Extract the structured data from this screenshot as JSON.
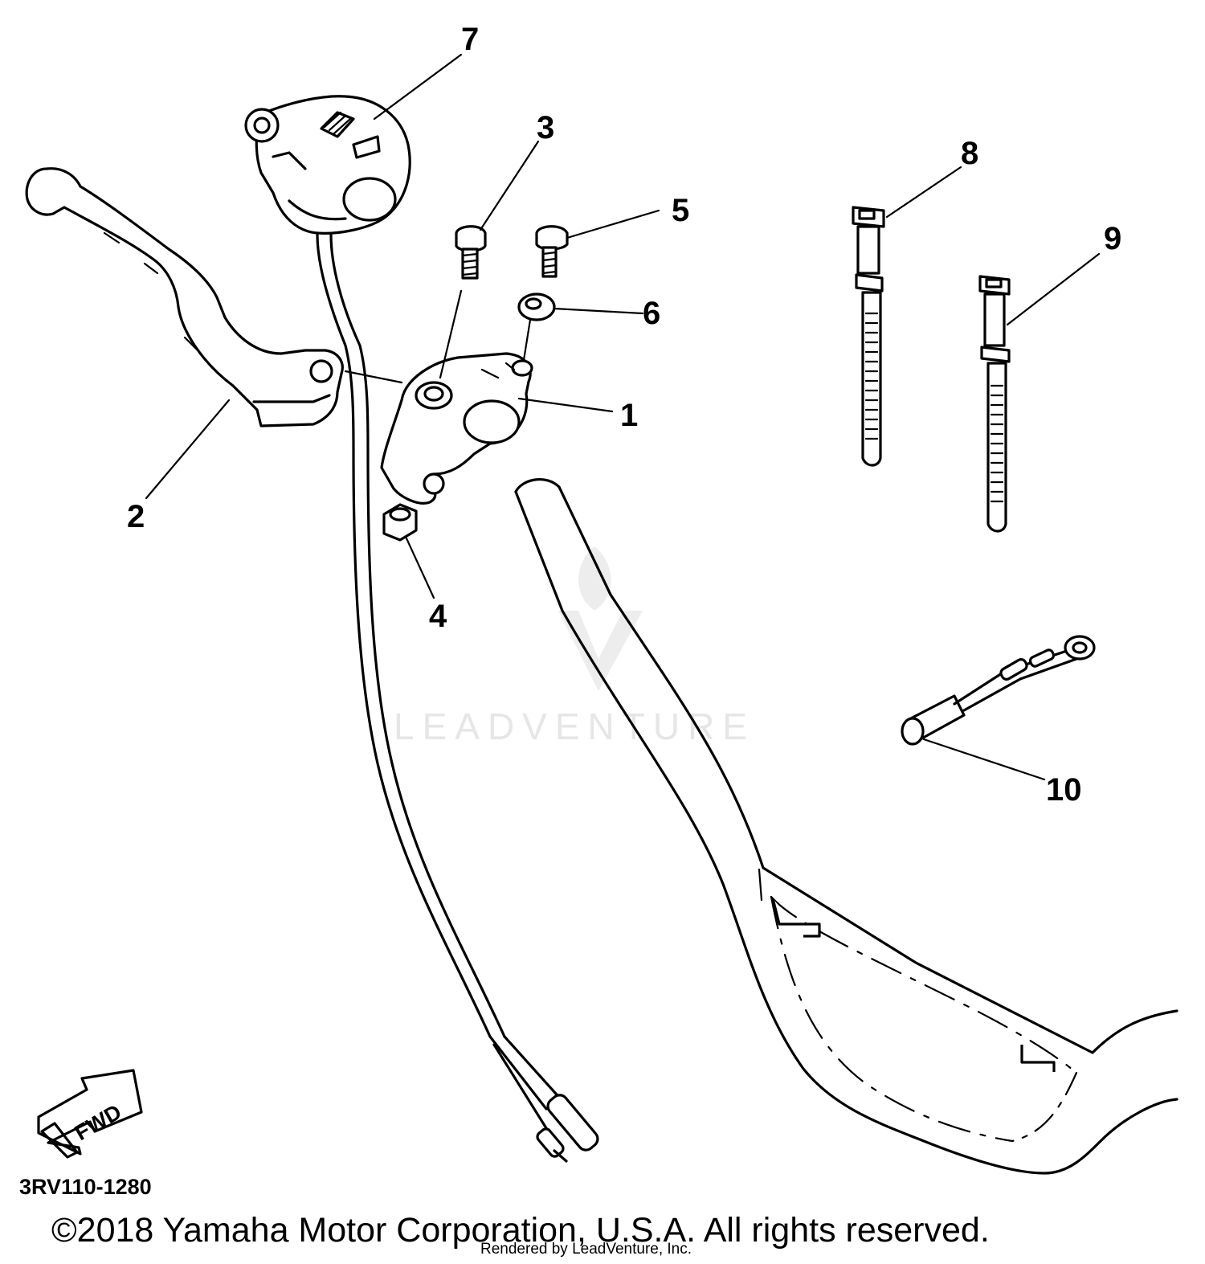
{
  "callouts": {
    "p1": "1",
    "p2": "2",
    "p3": "3",
    "p4": "4",
    "p5": "5",
    "p6": "6",
    "p7": "7",
    "p8": "8",
    "p9": "9",
    "p10": "10"
  },
  "fwd_label": "FWD",
  "diagram_code": "3RV110-1280",
  "watermark": "LEADVENTURE",
  "copyright": "©2018 Yamaha Motor Corporation, U.S.A. All rights reserved.",
  "rendered_by": "Rendered by LeadVenture, Inc."
}
